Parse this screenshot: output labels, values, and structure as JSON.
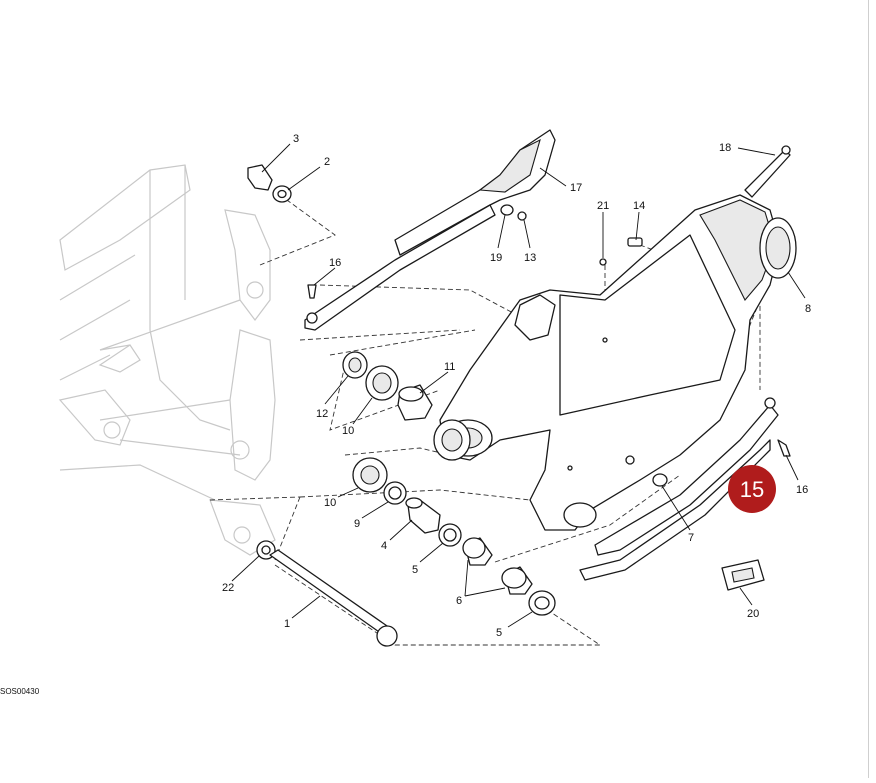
{
  "reference_code": "SOS00430",
  "badge": {
    "label": "15",
    "color": "#b01c1c"
  },
  "callouts": [
    {
      "id": "c3",
      "label": "3"
    },
    {
      "id": "c2",
      "label": "2"
    },
    {
      "id": "c17",
      "label": "17"
    },
    {
      "id": "c18",
      "label": "18"
    },
    {
      "id": "c21",
      "label": "21"
    },
    {
      "id": "c14",
      "label": "14"
    },
    {
      "id": "c19",
      "label": "19"
    },
    {
      "id": "c13",
      "label": "13"
    },
    {
      "id": "c16a",
      "label": "16"
    },
    {
      "id": "c8",
      "label": "8"
    },
    {
      "id": "c11",
      "label": "11"
    },
    {
      "id": "c12",
      "label": "12"
    },
    {
      "id": "c10a",
      "label": "10"
    },
    {
      "id": "c16b",
      "label": "16"
    },
    {
      "id": "c10b",
      "label": "10"
    },
    {
      "id": "c9",
      "label": "9"
    },
    {
      "id": "c4",
      "label": "4"
    },
    {
      "id": "c7",
      "label": "7"
    },
    {
      "id": "c5a",
      "label": "5"
    },
    {
      "id": "c22",
      "label": "22"
    },
    {
      "id": "c6",
      "label": "6"
    },
    {
      "id": "c20",
      "label": "20"
    },
    {
      "id": "c1",
      "label": "1"
    },
    {
      "id": "c5b",
      "label": "5"
    }
  ]
}
